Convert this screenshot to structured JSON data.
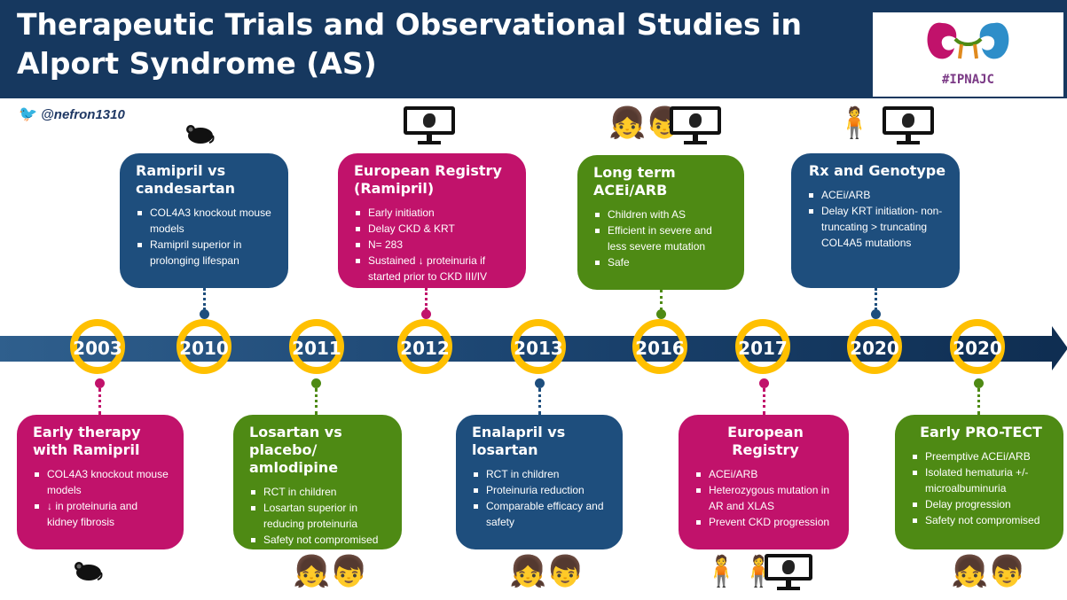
{
  "header": {
    "title_line1": "Therapeutic Trials and Observational Studies in",
    "title_line2": "Alport Syndrome (AS)",
    "logo_text": "#IPNAJC"
  },
  "twitter": {
    "handle": "@nefron1310"
  },
  "years": [
    "2003",
    "2010",
    "2011",
    "2012",
    "2013",
    "2016",
    "2017",
    "2020",
    "2020"
  ],
  "colors": {
    "navy": "#1e4e7d",
    "magenta": "#c1126b",
    "green": "#4e8a14",
    "gold": "#ffc000",
    "header": "#16385f"
  },
  "top_cards": [
    {
      "title": "Ramipril vs candesartan",
      "bullets": [
        "COL4A3 knockout mouse models",
        "Ramipril superior in prolonging lifespan"
      ],
      "icon": "mouse-icon"
    },
    {
      "title": "European Registry (Ramipril)",
      "bullets": [
        "Early initiation",
        "Delay CKD & KRT",
        "N= 283",
        "Sustained ↓ proteinuria if started prior to CKD III/IV"
      ],
      "icon": "monitor-kidney-icon"
    },
    {
      "title": "Long term ACEi/ARB",
      "bullets": [
        "Children with AS",
        "Efficient in severe and less severe mutation",
        "Safe"
      ],
      "icon": "children-monitor-icon"
    },
    {
      "title": "Rx and Genotype",
      "bullets": [
        "ACEi/ARB",
        "Delay KRT initiation- non-truncating > truncating COL4A5 mutations"
      ],
      "icon": "adult-monitor-icon"
    }
  ],
  "bottom_cards": [
    {
      "title": "Early therapy with Ramipril",
      "bullets": [
        "COL4A3 knockout mouse models",
        "↓ in proteinuria and kidney fibrosis"
      ],
      "icon": "mouse-icon"
    },
    {
      "title": "Losartan vs placebo/ amlodipine",
      "bullets": [
        "RCT in children",
        "Losartan superior in reducing proteinuria",
        "Safety not compromised"
      ],
      "icon": "children-icon"
    },
    {
      "title": "Enalapril vs losartan",
      "bullets": [
        "RCT in children",
        "Proteinuria reduction",
        "Comparable efficacy and safety"
      ],
      "icon": "children-icon"
    },
    {
      "title": "European Registry",
      "bullets": [
        "ACEi/ARB",
        "Heterozygous mutation in AR and XLAS",
        "Prevent CKD progression"
      ],
      "icon": "adults-monitor-icon"
    },
    {
      "title": "Early PRO-TECT",
      "bullets": [
        "Preemptive ACEi/ARB",
        "Isolated hematuria +/- microalbuminuria",
        "Delay progression",
        "Safety not compromised"
      ],
      "icon": "children-icon"
    }
  ]
}
